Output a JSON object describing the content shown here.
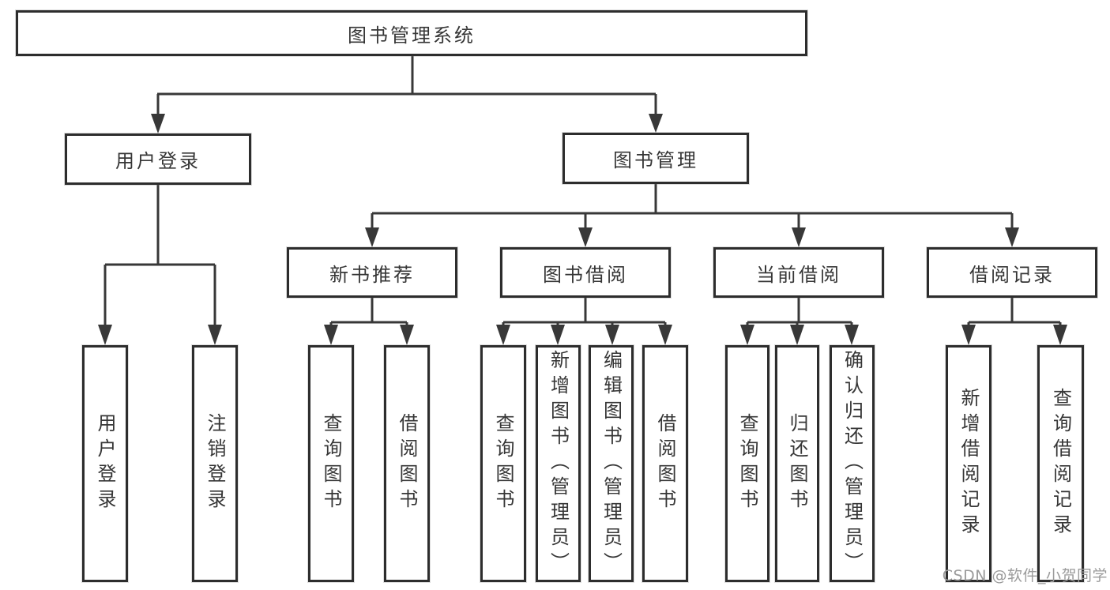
{
  "tree": {
    "label": "图书管理系统",
    "children": [
      {
        "label": "用户登录",
        "children": [
          {
            "label": "用户登录"
          },
          {
            "label": "注销登录"
          }
        ]
      },
      {
        "label": "图书管理",
        "children": [
          {
            "label": "新书推荐",
            "children": [
              {
                "label": "查询图书"
              },
              {
                "label": "借阅图书"
              }
            ]
          },
          {
            "label": "图书借阅",
            "children": [
              {
                "label": "查询图书"
              },
              {
                "label": "新增图书（管理员）"
              },
              {
                "label": "编辑图书（管理员）"
              },
              {
                "label": "借阅图书"
              }
            ]
          },
          {
            "label": "当前借阅",
            "children": [
              {
                "label": "查询图书"
              },
              {
                "label": "归还图书"
              },
              {
                "label": "确认归还（管理员）"
              }
            ]
          },
          {
            "label": "借阅记录",
            "children": [
              {
                "label": "新增借阅记录"
              },
              {
                "label": "查询借阅记录"
              }
            ]
          }
        ]
      }
    ]
  },
  "watermark": {
    "text": "CSDN @软件_小贺同学"
  },
  "colors": {
    "line": "#383838",
    "box_border": "#2d2d2d",
    "box_fill": "#ffffff",
    "text": "#363636",
    "watermark": "#9b9b9b"
  }
}
